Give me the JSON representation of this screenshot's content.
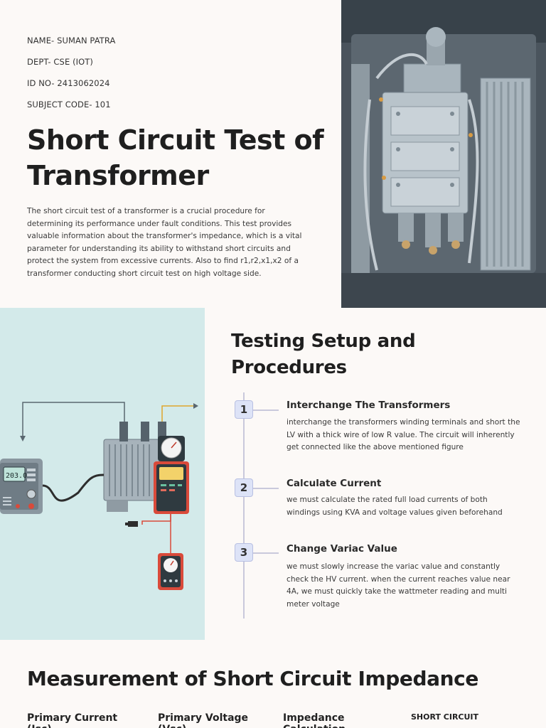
{
  "student": {
    "name": "NAME- SUMAN PATRA",
    "dept": "DEPT- CSE (IOT)",
    "id": "ID NO- 2413062024",
    "subject": "SUBJECT CODE- 101"
  },
  "title": "Short Circuit Test of Transformer",
  "intro": "The short circuit test of a transformer is a crucial procedure for determining its performance under fault conditions. This test provides valuable information about the transformer's impedance, which is a vital parameter for understanding its ability to withstand short circuits and protect the system from excessive currents. Also to find r1,r2,x1,x2 of a transformer conducting short circuit test on high voltage side.",
  "illustration": {
    "meter_reading": "203.0"
  },
  "setup": {
    "heading": "Testing Setup and Procedures",
    "steps": [
      {
        "number": "1",
        "title": "Interchange The Transformers",
        "desc": "interchange the transformers winding terminals and short the LV with a thick wire of low R value. The circuit will inherently get connected like the above mentioned figure"
      },
      {
        "number": "2",
        "title": "Calculate Current",
        "desc": "we must calculate the rated full load currents of both windings using KVA and voltage values given beforehand"
      },
      {
        "number": "3",
        "title": "Change Variac Value",
        "desc": "we must slowly increase the variac value and constantly check the HV current. when the current reaches value near 4A, we must quickly take the wattmeter reading and multi meter voltage"
      }
    ]
  },
  "measurement": {
    "heading": "Measurement of Short Circuit Impedance",
    "columns": [
      "Primary Current",
      "Primary Voltage",
      "Impedance"
    ],
    "column_subs": [
      "(Isc)",
      "(Vsc)",
      "Calculation"
    ],
    "tag": "SHORT CIRCUIT"
  },
  "colors": {
    "background": "#fcf9f7",
    "illustration_bg": "#d3eaea",
    "step_badge": "#dde3f7",
    "timeline": "#c9c9dc"
  }
}
